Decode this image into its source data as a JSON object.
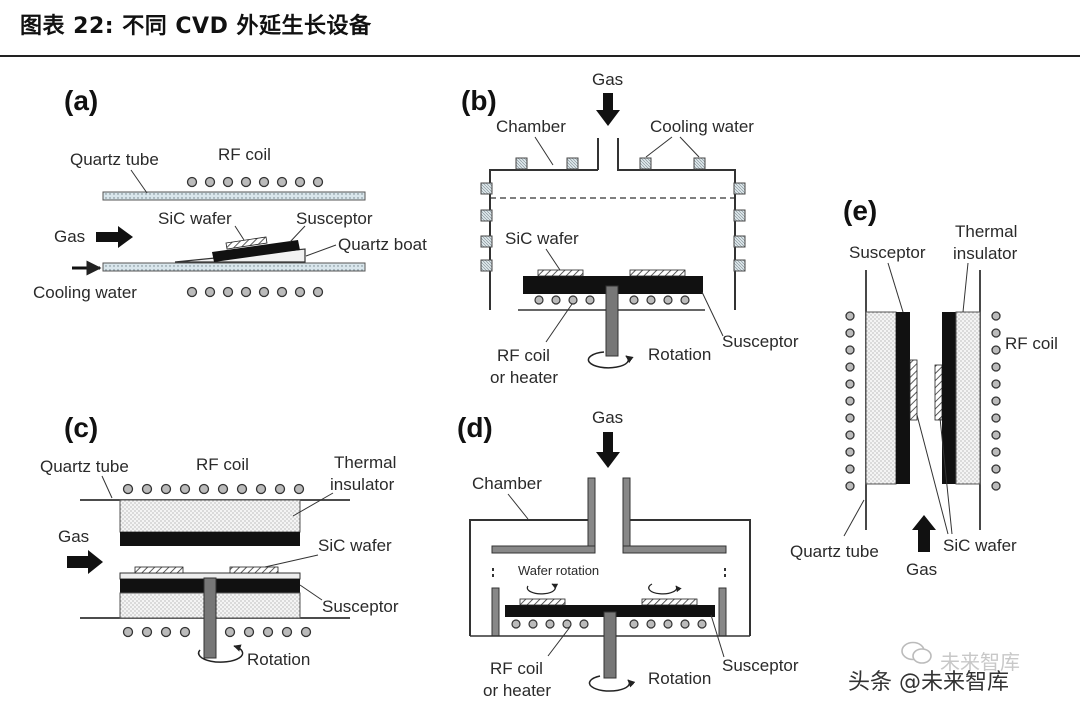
{
  "header": {
    "title": "图表 22:  不同 CVD 外延生长设备"
  },
  "panels": {
    "a": {
      "tag": "(a)",
      "quartz_tube": "Quartz tube",
      "rf_coil": "RF coil",
      "sic_wafer": "SiC wafer",
      "susceptor": "Susceptor",
      "gas": "Gas",
      "quartz_boat": "Quartz boat",
      "cooling_water": "Cooling water"
    },
    "b": {
      "tag": "(b)",
      "gas": "Gas",
      "chamber": "Chamber",
      "cooling_water": "Cooling water",
      "sic_wafer": "SiC wafer",
      "rf_coil": "RF coil",
      "or_heater": "or heater",
      "rotation": "Rotation",
      "susceptor": "Susceptor"
    },
    "c": {
      "tag": "(c)",
      "quartz_tube": "Quartz tube",
      "rf_coil": "RF coil",
      "thermal": "Thermal",
      "insulator": "insulator",
      "gas": "Gas",
      "sic_wafer": "SiC wafer",
      "susceptor": "Susceptor",
      "rotation": "Rotation"
    },
    "d": {
      "tag": "(d)",
      "gas": "Gas",
      "chamber": "Chamber",
      "wafer_rotation": "Wafer rotation",
      "rf_coil": "RF coil",
      "or_heater": "or heater",
      "rotation": "Rotation",
      "susceptor": "Susceptor"
    },
    "e": {
      "tag": "(e)",
      "susceptor": "Susceptor",
      "thermal": "Thermal",
      "insulator": "insulator",
      "rf_coil": "RF coil",
      "quartz_tube": "Quartz tube",
      "sic_wafer": "SiC wafer",
      "gas": "Gas"
    }
  },
  "watermark": {
    "text": "头条 @未来智库",
    "sub": "未来智库"
  }
}
